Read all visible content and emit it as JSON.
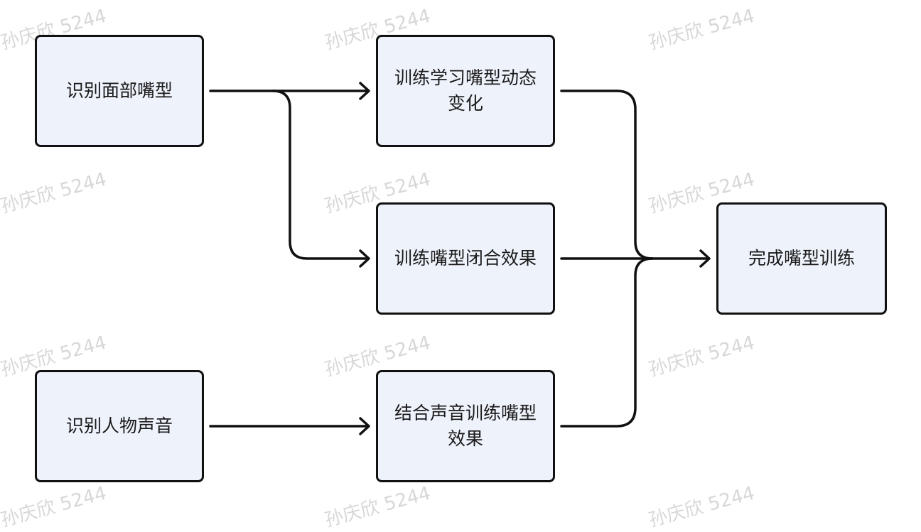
{
  "watermark": "孙庆欣 5244",
  "nodes": {
    "face_mouth": "识别面部嘴型",
    "learn_dynamic": "训练学习嘴型动态变化",
    "closing_effect": "训练嘴型闭合效果",
    "voice": "识别人物声音",
    "combine_sound": "结合声音训练嘴型效果",
    "complete": "完成嘴型训练"
  },
  "colors": {
    "node_fill": "#eef2fb",
    "stroke": "#111111",
    "watermark": "#b8b8b8"
  }
}
